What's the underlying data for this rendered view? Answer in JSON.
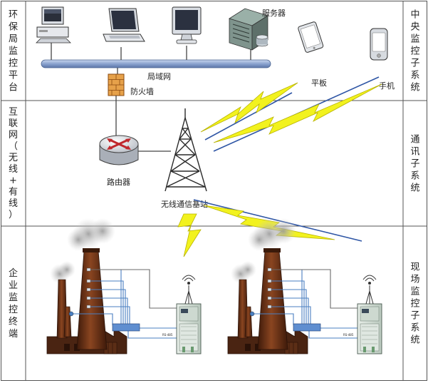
{
  "rows": [
    {
      "left": [
        "环",
        "保",
        "局",
        "监",
        "控",
        "平",
        "台"
      ],
      "right": [
        "中",
        "央",
        "监",
        "控",
        "子",
        "系",
        "统"
      ]
    },
    {
      "left": [
        "互",
        "联",
        "网",
        "（",
        "无",
        "线",
        "+",
        "有",
        "线",
        "）"
      ],
      "right": [
        "通",
        "讯",
        "子",
        "系",
        "统"
      ]
    },
    {
      "left": [
        "企",
        "业",
        "监",
        "控",
        "终",
        "端"
      ],
      "right": [
        "现",
        "场",
        "监",
        "控",
        "子",
        "系",
        "统"
      ]
    }
  ],
  "labels": {
    "server": "服务器",
    "lan": "局域网",
    "firewall": "防火墙",
    "tablet": "平板",
    "phone": "手机",
    "router": "路由器",
    "base_station": "无线通信基站",
    "rs485": "RS-485"
  },
  "colors": {
    "border": "#555555",
    "bus": "#7f9cc9",
    "bolt": "#f2f21e",
    "signal": "#2f56a5",
    "chimney": "#6a3218",
    "cabinet": "#d9e3dc"
  },
  "icons": [
    "desktop-icon",
    "laptop-icon",
    "monitor-icon",
    "server-icon",
    "tablet-icon",
    "phone-icon",
    "firewall-icon",
    "router-icon",
    "tower-icon",
    "factory-icon",
    "cabinet-icon",
    "antenna-icon",
    "lightning-icon"
  ]
}
